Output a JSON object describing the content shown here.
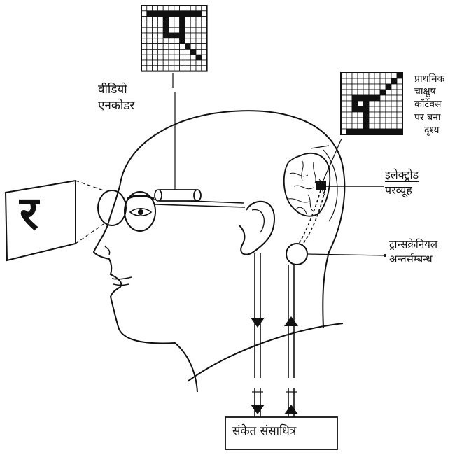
{
  "labels": {
    "video_encoder": [
      "वीडियो",
      "एनकोडर"
    ],
    "primary_visual_cortex": [
      "प्राथमिक",
      "चाक्षुष",
      "कॉर्टेक्स",
      "पर बना",
      "दृश्य"
    ],
    "electrode_array": [
      "इलेक्ट्रोड",
      "परव्यूह"
    ],
    "transcranial_connection": [
      "ट्रान्सक्रेनियल",
      "अन्तर्सम्बन्ध"
    ],
    "signal_processor": "संकेत संसाधित्र"
  },
  "display_letter": "र",
  "colors": {
    "ink": "#111111",
    "paper": "#ffffff"
  }
}
